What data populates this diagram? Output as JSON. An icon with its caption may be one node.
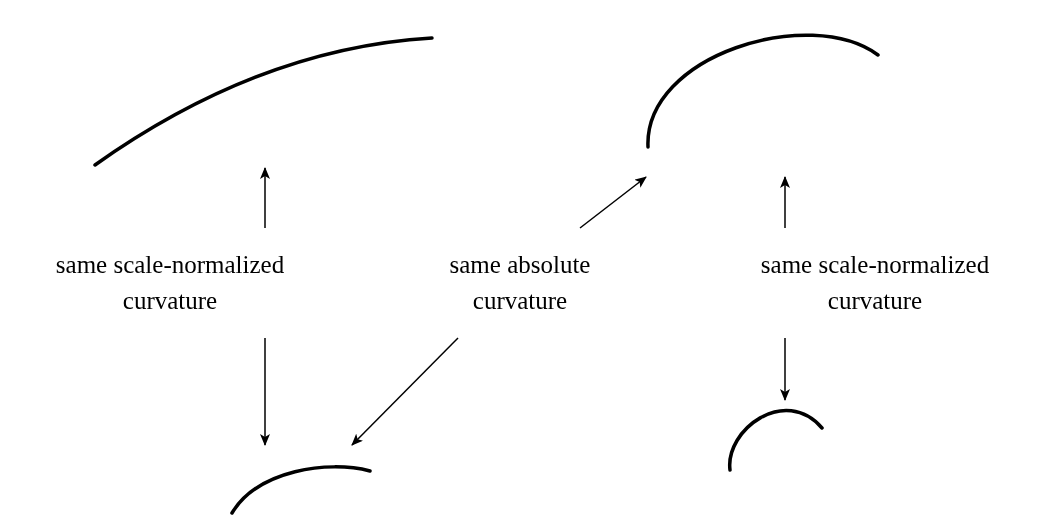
{
  "diagram": {
    "nodes": [
      {
        "text": [],
        "shape": "arc"
      },
      {
        "text": [],
        "shape": "arc"
      },
      {
        "text": [
          "same scale-normalized curvature"
        ]
      },
      {
        "text": [
          "same absolute curvature"
        ]
      },
      {
        "text": [
          "same scale-normalized curvature"
        ]
      },
      {
        "text": [],
        "shape": "arc"
      },
      {
        "text": [],
        "shape": "arc"
      }
    ],
    "edges": [
      {
        "from": 2,
        "to": 0,
        "arrow": "to"
      },
      {
        "from": 2,
        "to": 6,
        "arrow": "to"
      },
      {
        "from": 3,
        "to": 1,
        "arrow": "to"
      },
      {
        "from": 3,
        "to": 6,
        "arrow": "to"
      },
      {
        "from": 4,
        "to": 1,
        "arrow": "to"
      },
      {
        "from": 4,
        "to": 5,
        "arrow": "to"
      }
    ]
  }
}
